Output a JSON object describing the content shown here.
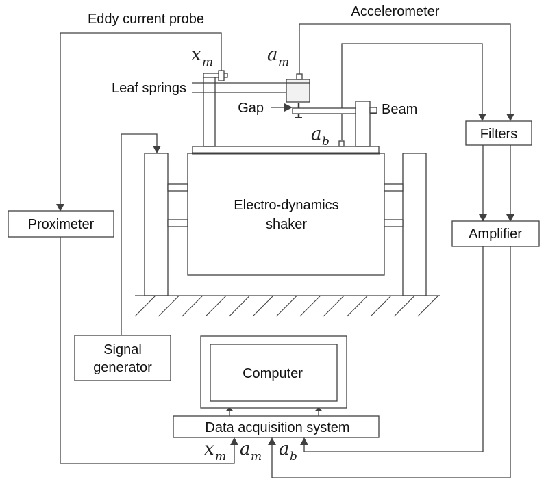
{
  "diagram": {
    "labels": {
      "eddy_probe": "Eddy current probe",
      "accelerometer": "Accelerometer",
      "leaf_springs": "Leaf springs",
      "gap": "Gap",
      "beam": "Beam",
      "shaker_line1": "Electro-dynamics",
      "shaker_line2": "shaker",
      "signal_gen_line1": "Signal",
      "signal_gen_line2": "generator",
      "computer": "Computer",
      "daq": "Data acquisition system"
    },
    "blocks": {
      "proximeter": "Proximeter",
      "filters": "Filters",
      "amplifier": "Amplifier"
    },
    "signals": {
      "x_m": {
        "base": "x",
        "sub": "m"
      },
      "a_m": {
        "base": "a",
        "sub": "m"
      },
      "a_b": {
        "base": "a",
        "sub": "b"
      }
    }
  }
}
